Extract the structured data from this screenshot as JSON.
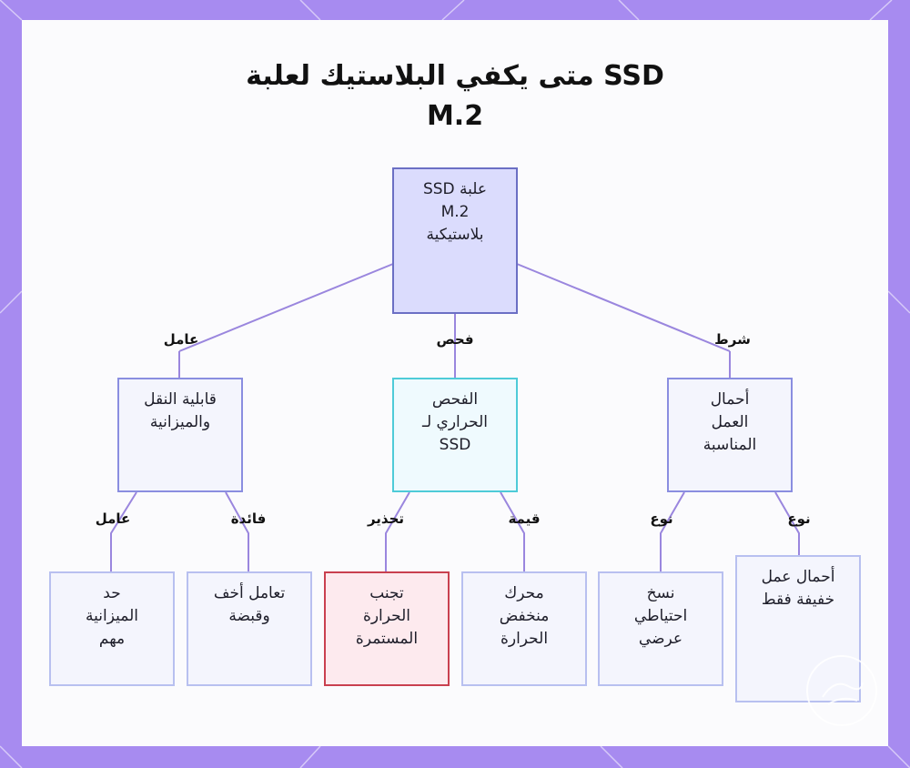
{
  "title_lines": [
    "متى يكفي البلاستيك لعلبة SSD",
    "M.2"
  ],
  "nodes": {
    "root": "علبة SSD\nM.2\nبلاستيكية",
    "portability": "قابلية النقل\nوالميزانية",
    "thermal": "الفحص\nالحراري لـ\nSSD",
    "workloads": "أحمال\nالعمل\nالمناسبة",
    "budget": "حد\nالميزانية\nمهم",
    "lightweight": "تعامل أخف\nوقبضة",
    "avoid_heat": "تجنب\nالحرارة\nالمستمرة",
    "low_heat_drive": "محرك\nمنخفض\nالحرارة",
    "backup": "نسخ\nاحتياطي\nعرضي",
    "light_only": "أحمال عمل\nخفيفة فقط"
  },
  "edge_labels": {
    "root_portability": "عامل",
    "root_thermal": "فحص",
    "root_workloads": "شرط",
    "portability_budget": "عامل",
    "portability_lightweight": "فائدة",
    "thermal_avoid": "تحذير",
    "thermal_lowheat": "قيمة",
    "workloads_backup": "نوع",
    "workloads_light": "نوع"
  },
  "colors": {
    "background": "#a78bf0",
    "edge": "#9a86de",
    "root_fill": "#dbdcfd",
    "cyan_border": "#4ecbd8",
    "red_border": "#c9404f"
  }
}
